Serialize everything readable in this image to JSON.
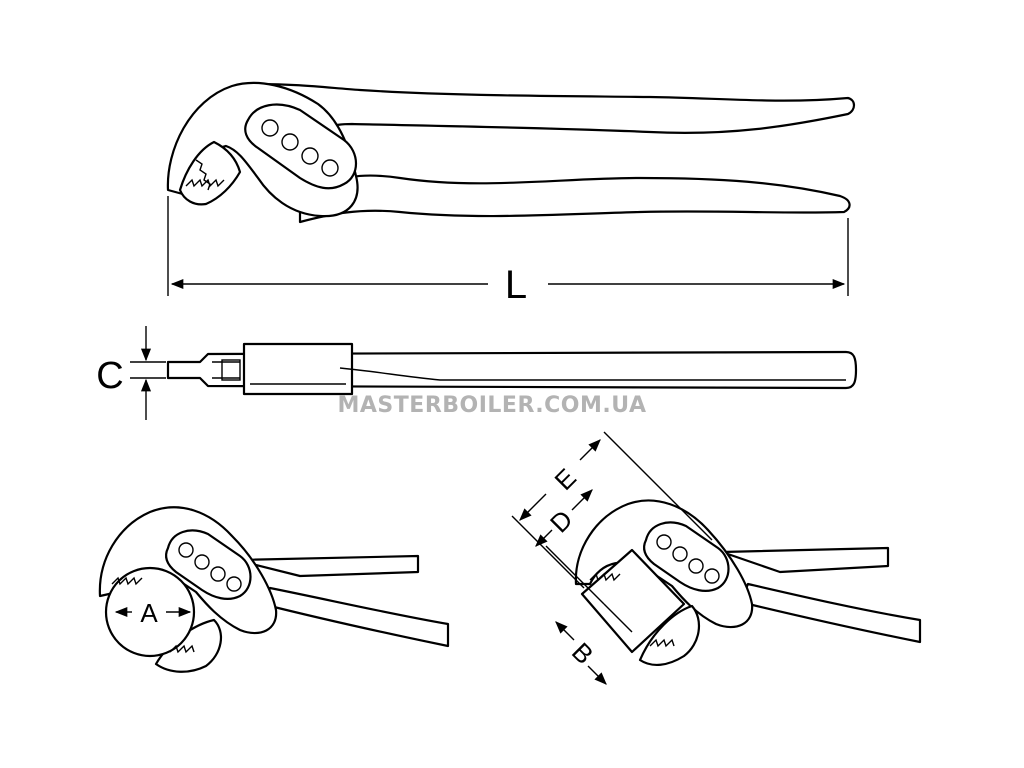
{
  "labels": {
    "length": "L",
    "thickness": "C",
    "round_capacity": "A",
    "flat_capacity": "B",
    "jaw_opening_inner": "D",
    "jaw_opening_outer": "E"
  },
  "watermark": "MASTERBOILER.COM.UA",
  "colors": {
    "line": "#000000",
    "background": "#ffffff",
    "watermark": "#b3b3b3"
  }
}
